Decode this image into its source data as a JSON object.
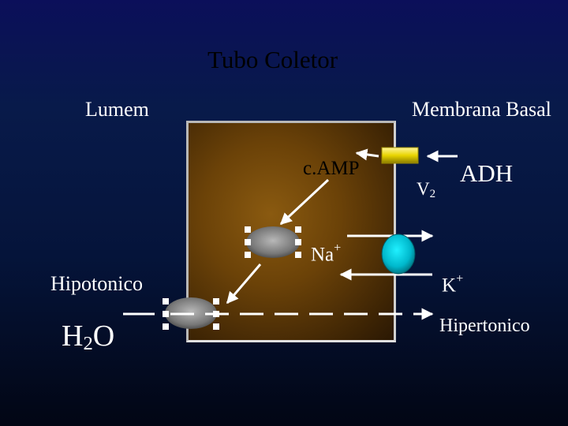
{
  "title": "Tubo Coletor",
  "labels": {
    "lumen": "Lumem",
    "basal_membrane": "Membrana Basal",
    "camp": "c.AMP",
    "v2_main": "V",
    "v2_sub": "2",
    "adh": "ADH",
    "na_main": "Na",
    "na_sup": "+",
    "k_main": "K",
    "k_sup": "+",
    "hypotonic": "Hipotonico",
    "h2o_h": "H",
    "h2o_sub": "2",
    "h2o_o": "O",
    "hypertonic": "Hipertonico"
  },
  "icons": {
    "receptor": "v2-receptor-icon",
    "pump": "na-k-pump-icon",
    "vesicle": "aquaporin-vesicle-icon"
  },
  "colors": {
    "background": "#06123f",
    "cell": "#6b4208",
    "receptor": "#e8d400",
    "pump": "#00c8d8",
    "vesicle": "#7a7a7a",
    "arrow": "#ffffff"
  }
}
